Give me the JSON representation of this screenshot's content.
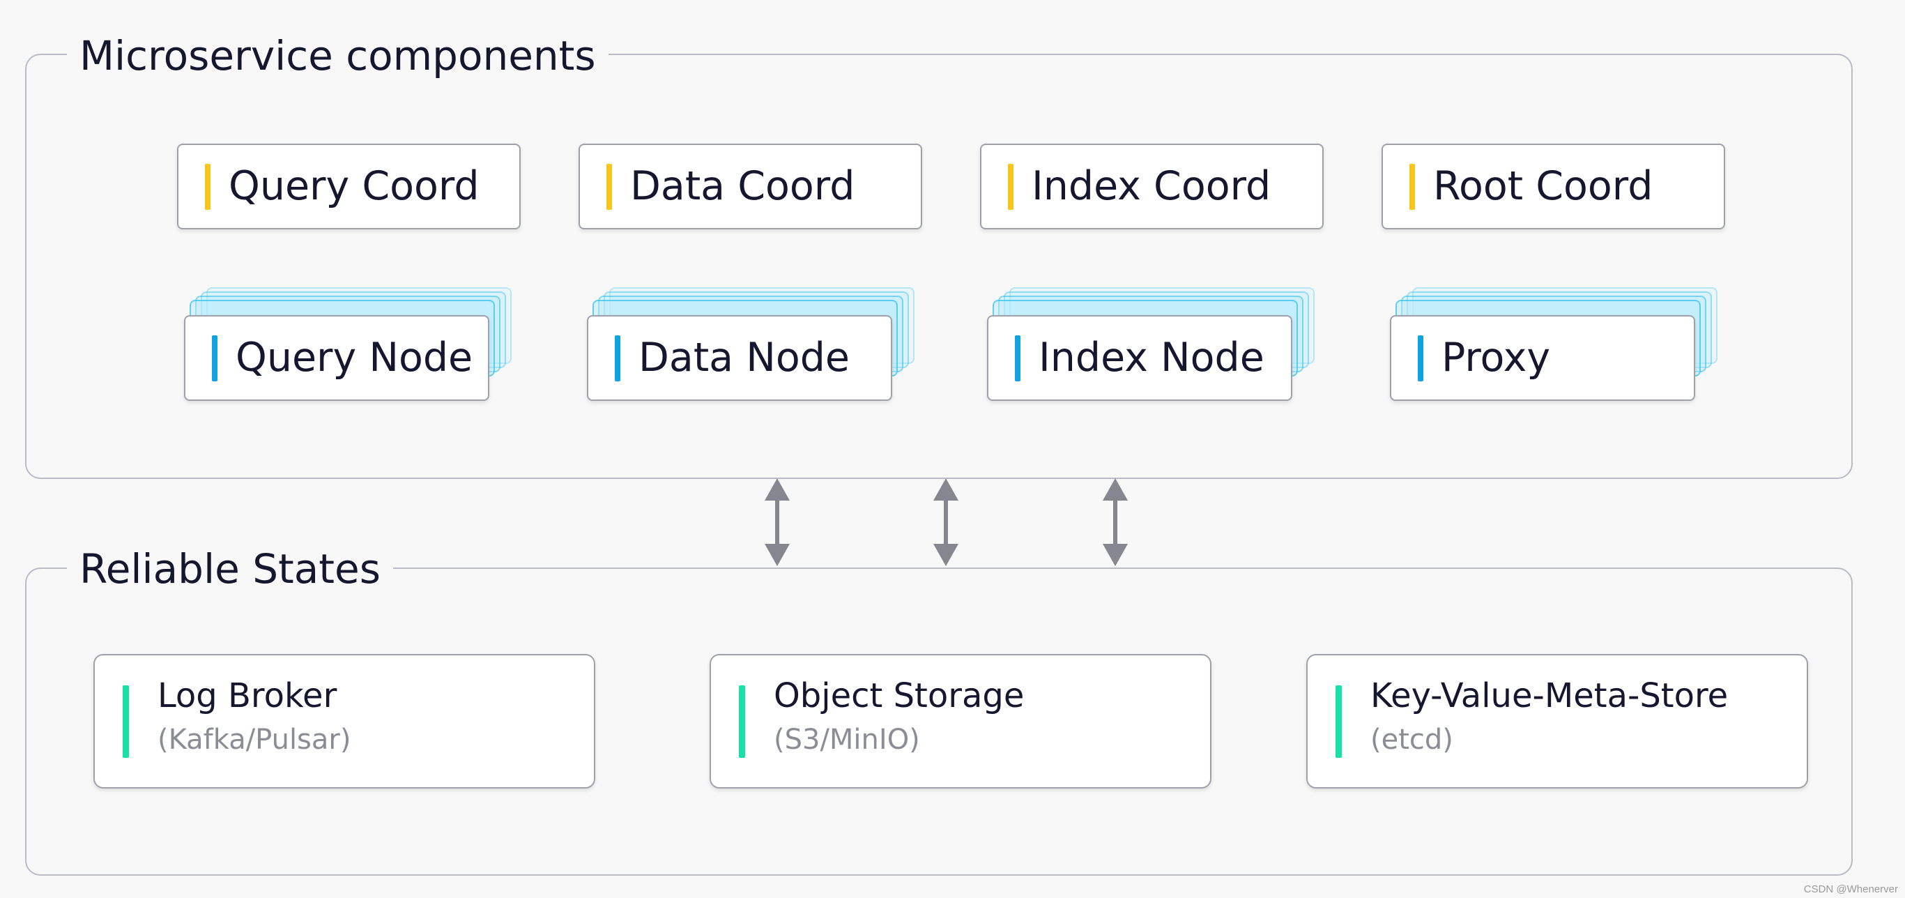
{
  "microservice": {
    "title": "Microservice components",
    "coords": [
      "Query Coord",
      "Data Coord",
      "Index Coord",
      "Root Coord"
    ],
    "nodes": [
      "Query Node",
      "Data Node",
      "Index Node",
      "Proxy"
    ]
  },
  "reliable": {
    "title": "Reliable States",
    "items": [
      {
        "title": "Log Broker",
        "subtitle": "(Kafka/Pulsar)"
      },
      {
        "title": "Object Storage",
        "subtitle": "(S3/MinIO)"
      },
      {
        "title": "Key-Value-Meta-Store",
        "subtitle": "(etcd)"
      }
    ]
  },
  "watermark": "CSDN @Whenerver",
  "colors": {
    "coord_accent": "#f5c518",
    "node_accent": "#10a3e0",
    "state_accent": "#18e0a8",
    "arrow": "#85868f"
  }
}
